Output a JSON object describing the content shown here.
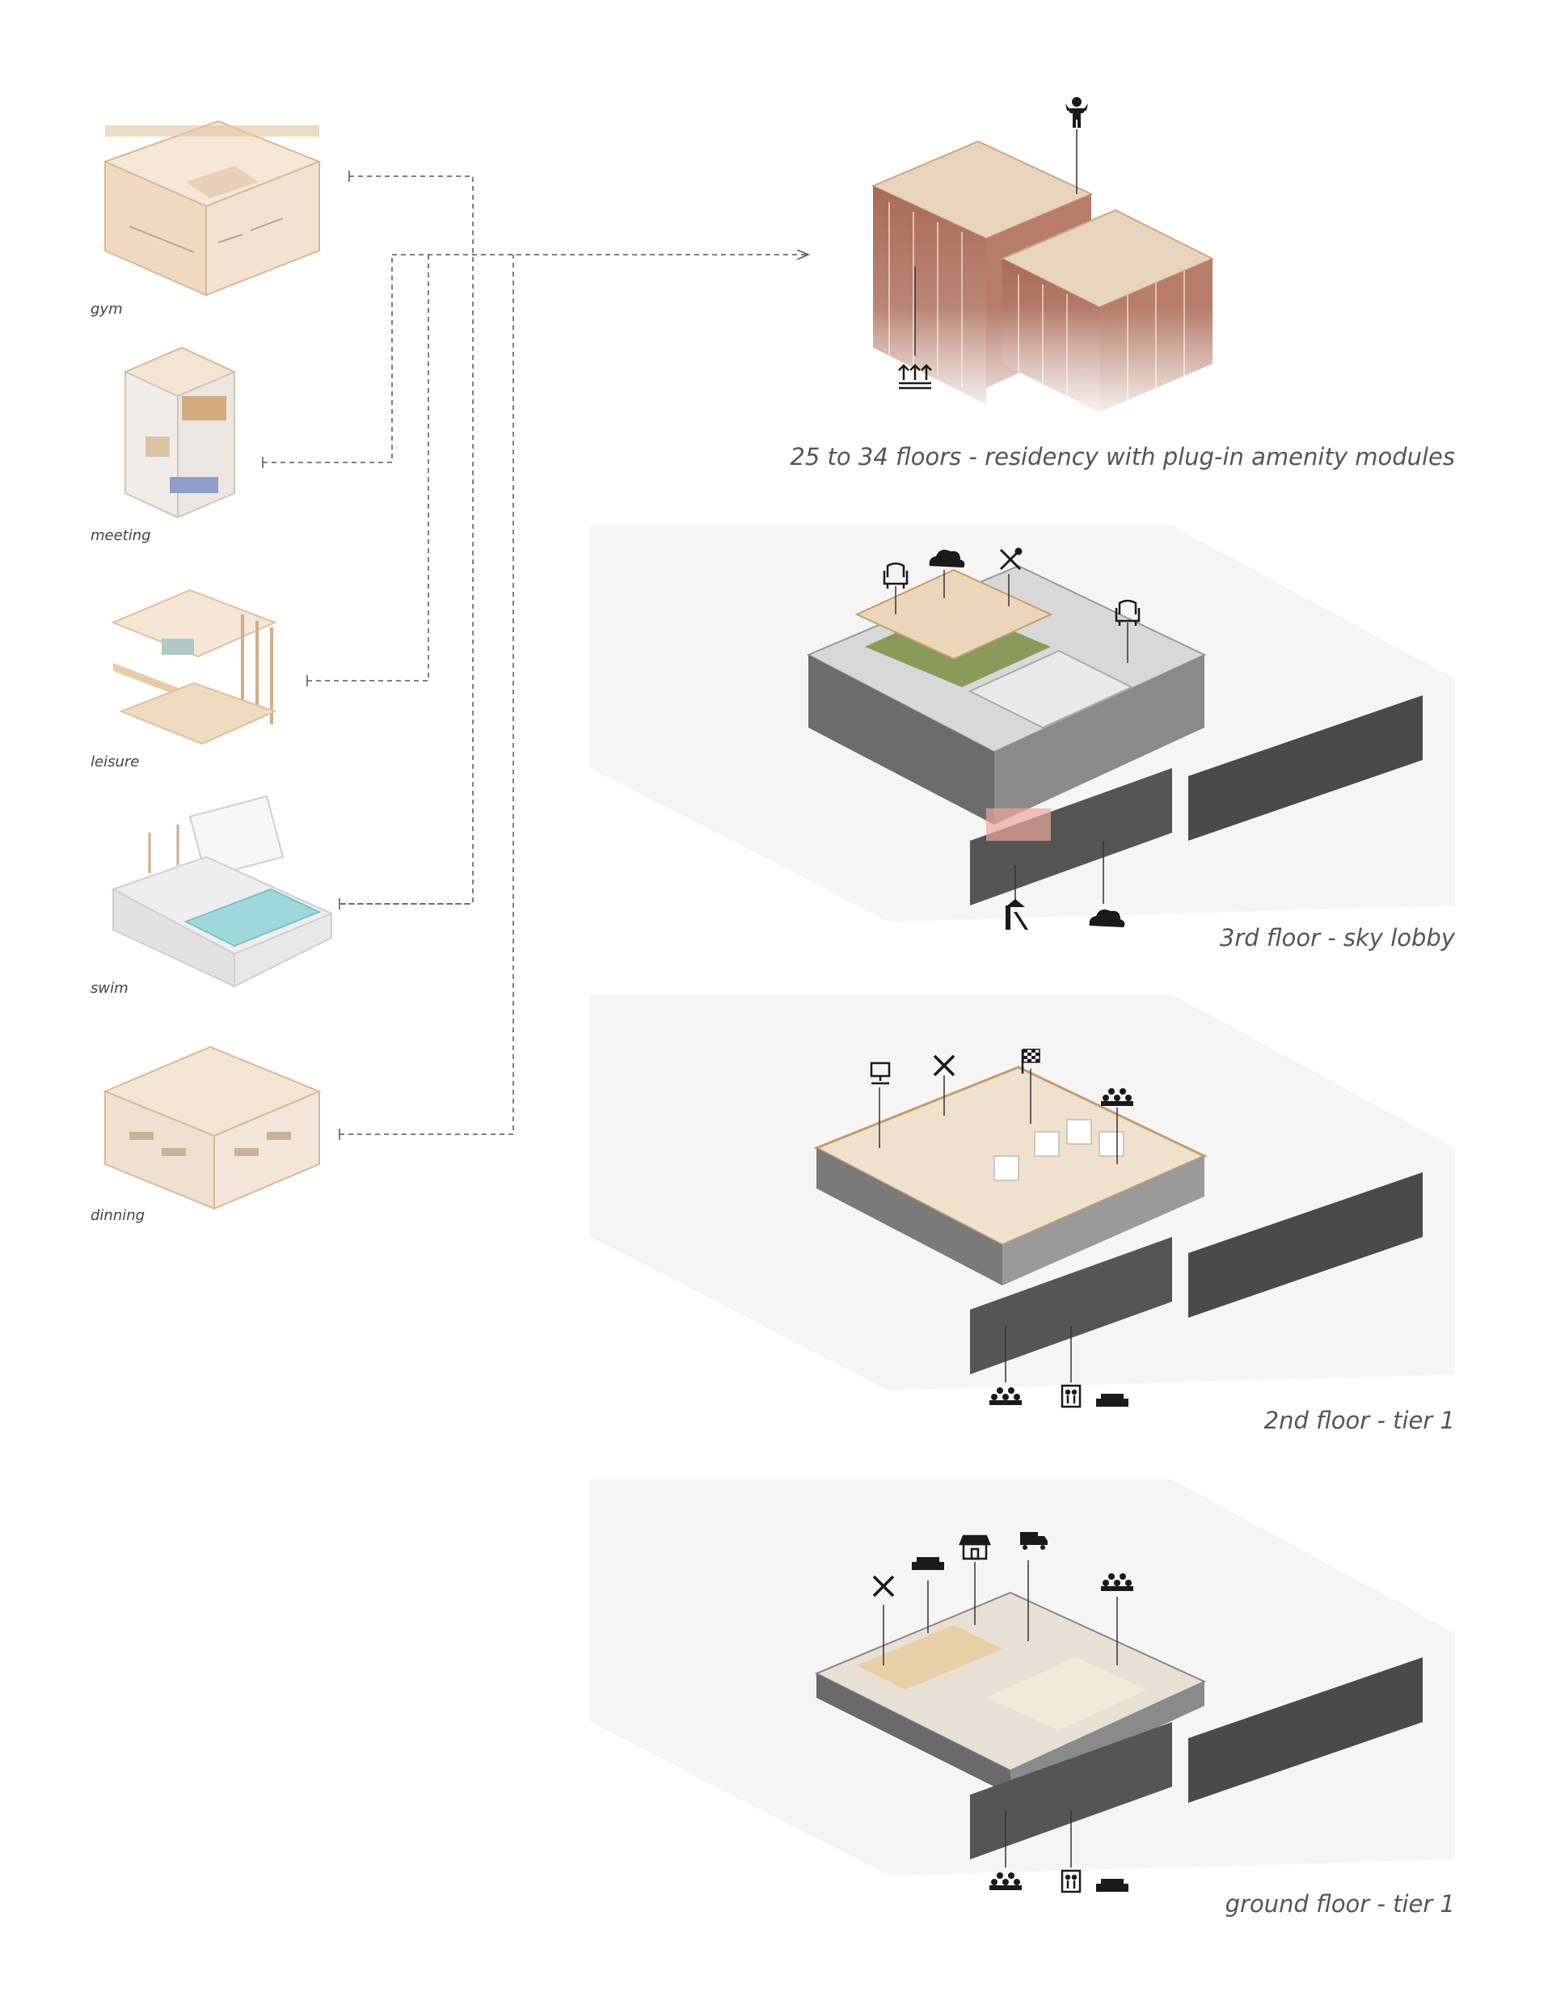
{
  "modules": [
    {
      "key": "gym",
      "label": "gym"
    },
    {
      "key": "meeting",
      "label": "meeting"
    },
    {
      "key": "leisure",
      "label": "leisure"
    },
    {
      "key": "swim",
      "label": "swim"
    },
    {
      "key": "dinning",
      "label": "dinning"
    }
  ],
  "floors": [
    {
      "key": "residency",
      "caption": "25 to 34 floors - residency with plug-in amenity modules"
    },
    {
      "key": "sky-lobby",
      "caption": "3rd floor - sky lobby"
    },
    {
      "key": "tier1-2nd",
      "caption": "2nd floor - tier 1"
    },
    {
      "key": "tier1-ground",
      "caption": "ground floor - tier 1"
    }
  ],
  "icons": {
    "residency": [
      "person-icon",
      "farm-icon"
    ],
    "sky_lobby": [
      "armchair-icon",
      "cloud-icon",
      "dining-utensils-icon",
      "armchair-icon",
      "playground-icon",
      "cloud-icon"
    ],
    "second_floor": [
      "computer-icon",
      "tools-icon",
      "checkered-flag-icon",
      "audience-icon",
      "audience-icon",
      "elevator-icon",
      "sofa-icon"
    ],
    "ground_floor": [
      "tools-icon",
      "sofa-icon",
      "shop-icon",
      "truck-icon",
      "audience-icon",
      "audience-icon",
      "elevator-icon",
      "sofa-icon"
    ]
  },
  "colors": {
    "timber": "#e9cfb0",
    "brick": "#9b5a4a",
    "glass": "#cfe3ea",
    "pool": "#9fd8dc",
    "road": "#4a4a4a",
    "connector": "#555555",
    "icon": "#1a1a1a"
  }
}
